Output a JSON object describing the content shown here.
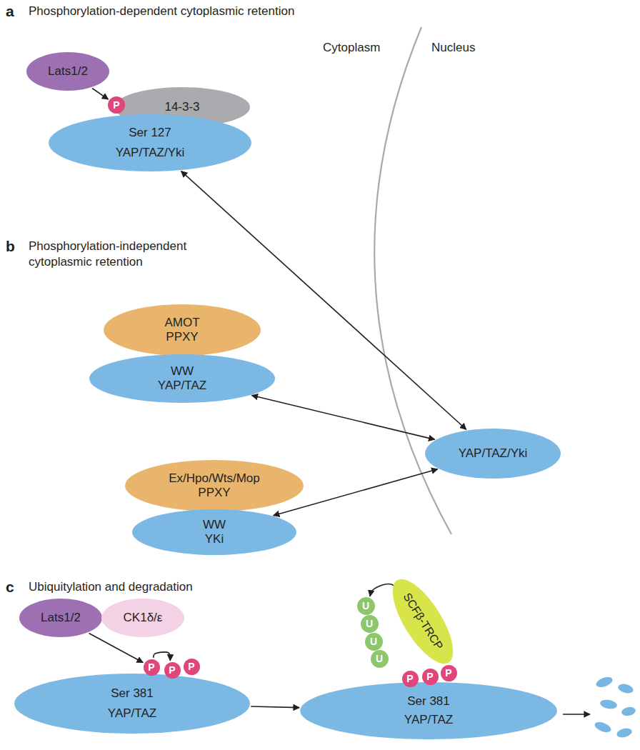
{
  "diagram": {
    "nodes": [
      {
        "text": [
          "Lats1/2"
        ]
      },
      {
        "text": [
          "14-3-3"
        ]
      },
      {
        "text": [
          "Ser 127",
          "YAP/TAZ/Yki"
        ]
      },
      {
        "text": [
          "P"
        ]
      },
      {
        "text": [
          "YAP/TAZ/Yki"
        ]
      },
      {
        "text": [
          "AMOT PPXY"
        ]
      },
      {
        "text": [
          "WW YAP/TAZ"
        ]
      },
      {
        "text": [
          "Ex/Hpo/Wts/Mop PPXY"
        ]
      },
      {
        "text": [
          "WW YKi"
        ]
      },
      {
        "text": [
          "Lats1/2"
        ]
      },
      {
        "text": [
          "CK1δ/ε"
        ]
      },
      {
        "text": [
          "Ser 381",
          "YAP/TAZ"
        ]
      },
      {
        "text": [
          "P"
        ]
      },
      {
        "text": [
          "P"
        ]
      },
      {
        "text": [
          "P"
        ]
      },
      {
        "text": [
          "Ser 381",
          "YAP/TAZ"
        ]
      },
      {
        "text": [
          "U"
        ]
      },
      {
        "text": [
          "U"
        ]
      },
      {
        "text": [
          "U"
        ]
      },
      {
        "text": [
          "U"
        ]
      },
      {
        "text": [
          "SCFβ-TRCP"
        ]
      },
      {
        "text": [
          "P"
        ]
      },
      {
        "text": [
          "P"
        ]
      },
      {
        "text": [
          "P"
        ]
      }
    ],
    "edges": [
      {
        "from": 0,
        "to": 3,
        "arrow": "to"
      },
      {
        "from": 2,
        "to": 4,
        "arrow": "both"
      },
      {
        "from": 6,
        "to": 4,
        "arrow": "both"
      },
      {
        "from": 8,
        "to": 4,
        "arrow": "both"
      },
      {
        "from": 9,
        "to": 12,
        "arrow": "to"
      },
      {
        "from": 12,
        "to": 13,
        "arrow": "to"
      },
      {
        "from": 11,
        "to": 15,
        "arrow": "to"
      },
      {
        "from": 20,
        "to": 16,
        "arrow": "to"
      }
    ],
    "labels": [
      "a",
      "Phosphorylation-dependent cytoplasmic retention",
      "Cytoplasm",
      "Nucleus",
      "b",
      "Phosphorylation-independent cytoplasmic retention",
      "c",
      "Ubiquitylation and degradation"
    ]
  }
}
